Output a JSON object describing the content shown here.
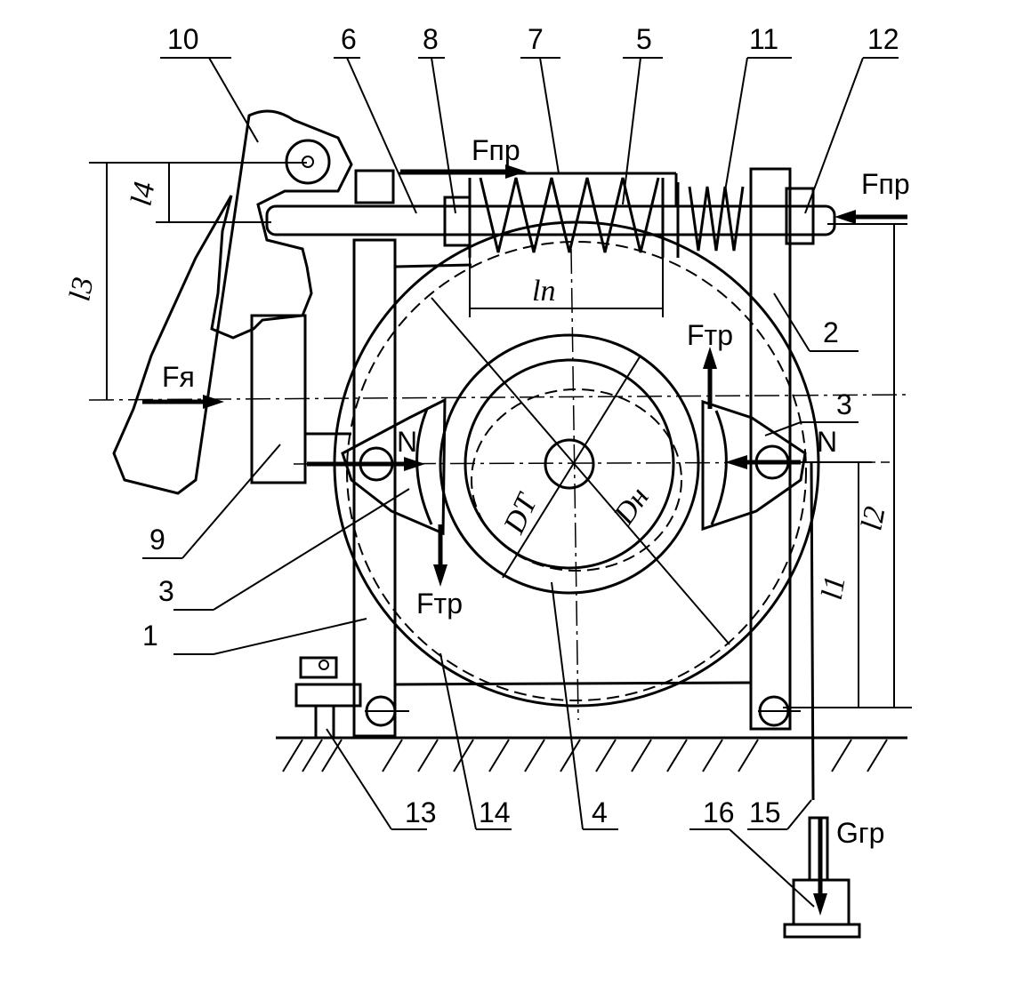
{
  "labels": {
    "n10": "10",
    "n6": "6",
    "n8": "8",
    "n7": "7",
    "n5": "5",
    "n11": "11",
    "n12": "12",
    "n2": "2",
    "n3_right": "3",
    "n9": "9",
    "n3_left": "3",
    "n1": "1",
    "n13": "13",
    "n14": "14",
    "n4": "4",
    "n15": "15",
    "n16": "16"
  },
  "forces": {
    "fpr_top": "Fпр",
    "fpr_right": "Fпр",
    "fya": "Fя",
    "ftr_upper": "Fтр",
    "ftr_lower": "Fтр",
    "n_left": "N",
    "n_right": "N",
    "ggr": "Gгр"
  },
  "dimensions": {
    "l4": "l4",
    "l3": "l3",
    "lp": "lп",
    "l1": "l1",
    "l2": "l2",
    "dt": "DT",
    "dh": "Dн"
  }
}
